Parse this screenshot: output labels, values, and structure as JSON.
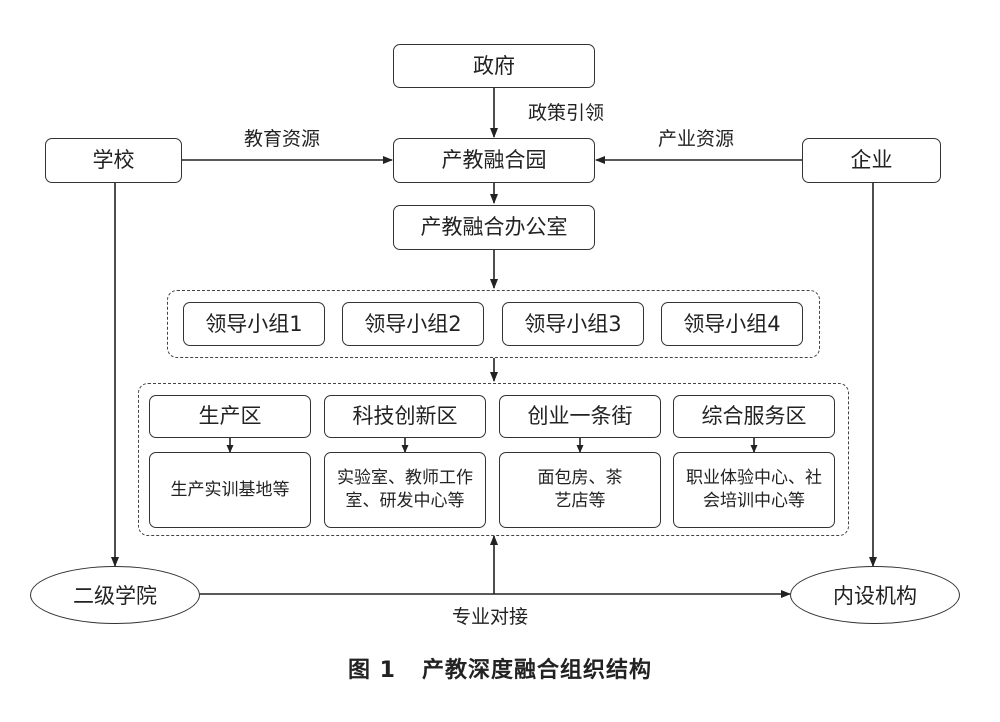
{
  "nodes": {
    "government": "政府",
    "school": "学校",
    "enterprise": "企业",
    "park": "产教融合园",
    "office": "产教融合办公室",
    "groups": [
      "领导小组1",
      "领导小组2",
      "领导小组3",
      "领导小组4"
    ],
    "zones": [
      {
        "name": "生产区",
        "detail": "生产实训基地等"
      },
      {
        "name": "科技创新区",
        "detail": "实验室、教师工作室、研发中心等"
      },
      {
        "name": "创业一条街",
        "detail": "面包房、茶艺店等"
      },
      {
        "name": "综合服务区",
        "detail": "职业体验中心、社会培训中心等"
      }
    ],
    "college": "二级学院",
    "institution": "内设机构"
  },
  "edge_labels": {
    "policy": "政策引领",
    "edu_resources": "教育资源",
    "industry_resources": "产业资源",
    "docking": "专业对接"
  },
  "caption": {
    "number": "图 1",
    "title": "产教深度融合组织结构"
  }
}
